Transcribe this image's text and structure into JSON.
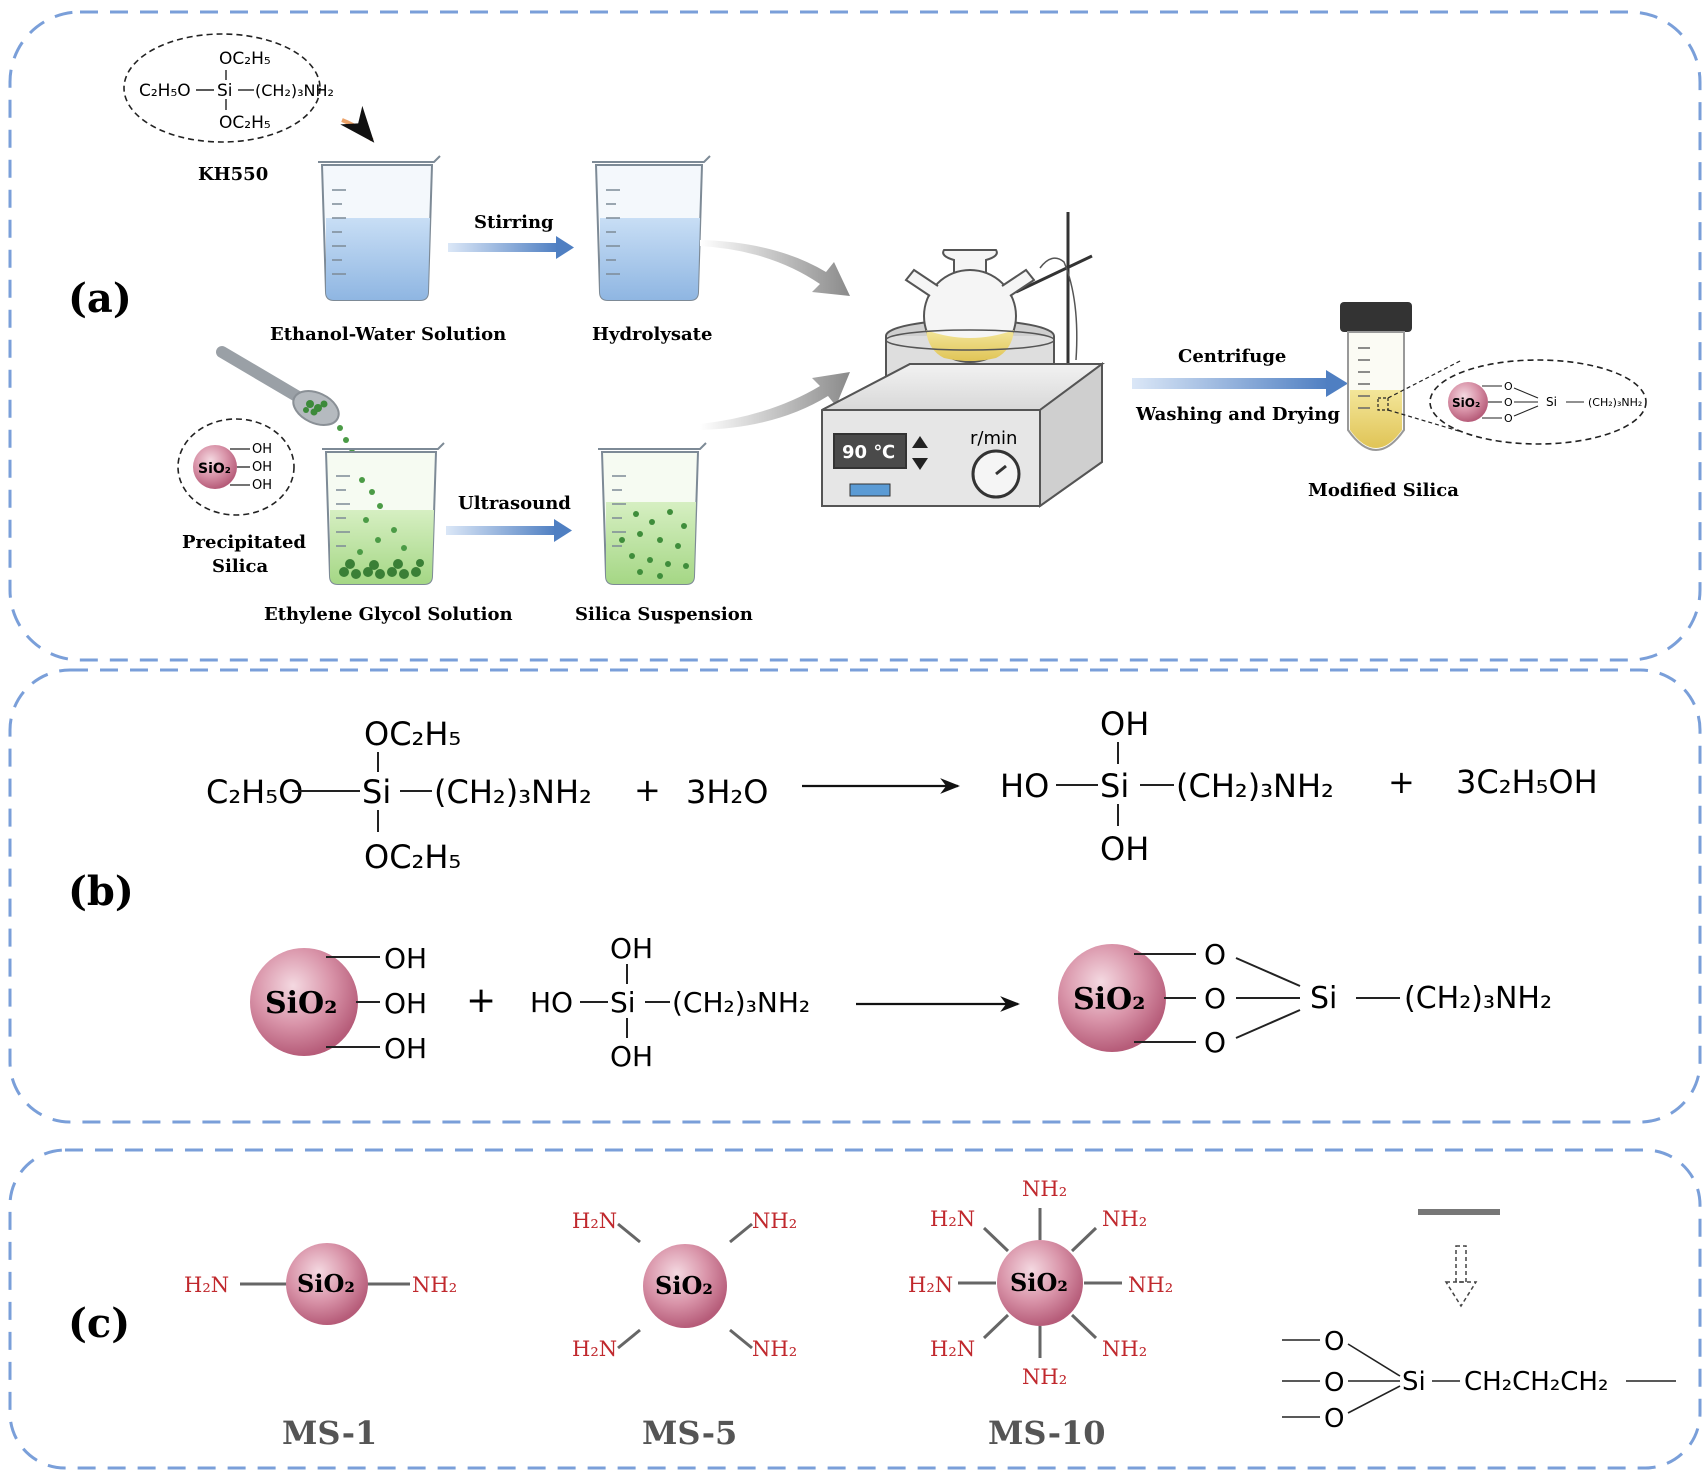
{
  "panels": {
    "a": {
      "label": "(a)"
    },
    "b": {
      "label": "(b)"
    },
    "c": {
      "label": "(c)"
    }
  },
  "panel_a": {
    "kh550": {
      "name": "KH550",
      "top": "OC₂H₅",
      "left": "C₂H₅O",
      "center": "Si",
      "right": "(CH₂)₃NH₂",
      "bottom": "OC₂H₅"
    },
    "precipitated_silica": {
      "name_line1": "Precipitated",
      "name_line2": "Silica",
      "core": "SiO₂",
      "oh": [
        "OH",
        "OH",
        "OH"
      ]
    },
    "steps": {
      "ethanol_water": "Ethanol-Water Solution",
      "stirring": "Stirring",
      "hydrolysate": "Hydrolysate",
      "ethylene_glycol": "Ethylene Glycol Solution",
      "ultrasound": "Ultrasound",
      "silica_suspension": "Silica Suspension",
      "centrifuge": "Centrifuge",
      "washing_drying": "Washing and Drying",
      "modified_silica": "Modified Silica"
    },
    "heater": {
      "temperature": "90 ℃",
      "speed_label": "r/min"
    },
    "modified_callout": {
      "core": "SiO₂",
      "o": [
        "O",
        "O",
        "O"
      ],
      "si": "Si",
      "chain": "(CH₂)₃NH₂"
    }
  },
  "panel_b": {
    "reaction1": {
      "top": "OC₂H₅",
      "left": "C₂H₅O",
      "si": "Si",
      "right": "(CH₂)₃NH₂",
      "bottom": "OC₂H₅",
      "plus1": "+",
      "water": "3H₂O",
      "p_top": "OH",
      "p_left": "HO",
      "p_si": "Si",
      "p_right": "(CH₂)₃NH₂",
      "p_bottom": "OH",
      "plus2": "+",
      "ethanol": "3C₂H₅OH"
    },
    "reaction2": {
      "core": "SiO₂",
      "oh": [
        "OH",
        "OH",
        "OH"
      ],
      "plus": "+",
      "top": "OH",
      "left": "HO",
      "si": "Si",
      "right": "(CH₂)₃NH₂",
      "bottom": "OH",
      "p_core": "SiO₂",
      "p_o": [
        "O",
        "O",
        "O"
      ],
      "p_si": "Si",
      "p_chain": "(CH₂)₃NH₂"
    }
  },
  "panel_c": {
    "core": "SiO₂",
    "nh2_right": "NH₂",
    "nh2_left": "H₂N",
    "samples": [
      "MS-1",
      "MS-5",
      "MS-10"
    ],
    "legend": {
      "o": [
        "O",
        "O",
        "O"
      ],
      "si": "Si",
      "chain": "CH₂CH₂CH₂"
    }
  },
  "colors": {
    "dash_border": "#7a9fd9",
    "sphere": "#c9748f",
    "amine_red": "#c0282d",
    "arrow_blue": "#4f7fc2",
    "liquid_blue": "#a9c9ec",
    "liquid_green": "#b7de9a",
    "liquid_yellow": "#e9d574"
  }
}
